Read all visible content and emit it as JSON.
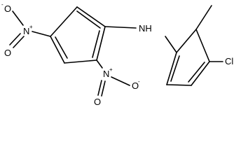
{
  "molecule": {
    "labels": {
      "nh": "NH",
      "cl": "Cl",
      "n_left": "N",
      "n_left_charge": "+",
      "o_left_top": "O",
      "o_left_top_charge": "-",
      "o_left_bottom": "O",
      "n_bottom": "N",
      "n_bottom_charge": "+",
      "o_bottom_right": "O",
      "o_bottom_right_charge": "-",
      "o_bottom": "O"
    }
  }
}
